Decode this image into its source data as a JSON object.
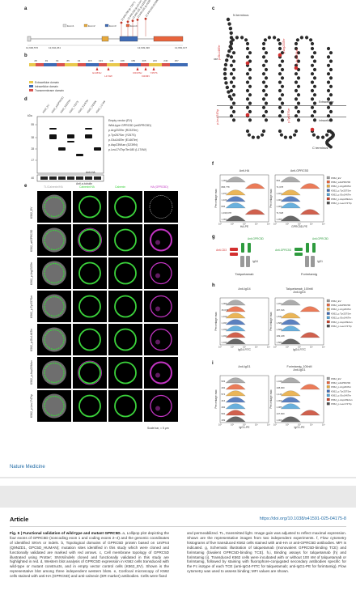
{
  "panel_a": {
    "label": "a",
    "coords_top": [
      "12,949,299 (p.Y257*)",
      "12,949,233 (p.G170*)",
      "12,949,165 (p.A253Ter)",
      "12,949,165 (p.A238Ter)",
      "12,949,093 (D239N)"
    ],
    "coords_bottom": [
      "12,900,576",
      "12,942,261",
      "12,949,490",
      "12,952,107"
    ],
    "legend": [
      "Exon1",
      "Exon2",
      "Exon3",
      "Exon4"
    ]
  },
  "panel_b": {
    "label": "b",
    "ticks": [
      "28",
      "49",
      "64",
      "85",
      "94",
      "115",
      "133",
      "145",
      "168",
      "189",
      "205",
      "226",
      "240",
      "257"
    ],
    "mutations": [
      "E146Ter",
      "L174W",
      "R233Ter",
      "D239N",
      "Y257S"
    ],
    "legend": [
      "Extracellular domain",
      "Intracellular domain",
      "Transmembrane domain"
    ]
  },
  "panel_c": {
    "label": "c",
    "n_terminus": "N terminus",
    "c_terminus": "C terminus",
    "extracellular": "Extracellular",
    "intracellular": "Intracellular",
    "num_start": "348",
    "mutations": [
      "p.Glu146Ter",
      "p.Arg233Ter",
      "p.Asp239Asn",
      "p.Leu174Trp",
      "p.Tyr257Ser"
    ]
  },
  "panel_d": {
    "label": "d",
    "kda_label": "kDa",
    "kda": [
      "55",
      "38",
      "28",
      "17",
      "40"
    ],
    "lanes": [
      "K562_EV",
      "K562_wtGPRC5D",
      "K562_R233Ter",
      "K562_Y257S",
      "K562_E146Ter",
      "K562_D239N",
      "K562_L174W"
    ],
    "legend": [
      "Empty vector (EV)",
      "Wild-type GPRC5D (wtGPRC5D)",
      "p.Arg233Ter (R233Ter)",
      "p.Tyr257Ser (Y257S)",
      "p.Glu146Ter (E146Ter)",
      "p.Asp239Asn (D239N)",
      "p.Leu174Trp/Ter180 (L174W)"
    ],
    "blot_labels": [
      "Anti-HA",
      "Anti-α-tubulin"
    ]
  },
  "panel_e": {
    "label": "e",
    "col_headers": [
      "TL/Calnexin/HA",
      "Calnexin/HA",
      "Calnexin",
      "HA (GPRC5D)"
    ],
    "rows": [
      "K562_EV",
      "K562_wtGPRC5D",
      "K562_p.Arg233Ter",
      "K562_p.Tyr257Ser",
      "K562_p.Glu146Ter",
      "K562_p.Asp239Asn",
      "K562_p.Leu174Trp"
    ],
    "scale_bar": "Scale bar, = 5 μm"
  },
  "panel_f": {
    "label": "f",
    "plots": [
      {
        "title": "Anti-HA",
        "xlabel": "HA-PE",
        "mfi": [
          "1,360",
          "896,778",
          "1,157",
          "1,106",
          "836",
          "1,196,678",
          "1,060"
        ]
      },
      {
        "title": "Anti-GPRC5D",
        "xlabel": "GPRC5D-PE",
        "mfi": [
          "962",
          "71,678",
          "1,024",
          "1,004",
          "1,006",
          "71,528",
          "1,055"
        ]
      }
    ],
    "ylabel": "Percentage max",
    "legend": [
      "K562_EV",
      "K562_wtGPRC5D",
      "K562_p.Arg233Ter",
      "K562_p.Tyr257Ser",
      "K562_p.Glu146Ter",
      "K562_p.Asp239Asn",
      "K562_p.Leu174Trp"
    ]
  },
  "panel_g": {
    "label": "g",
    "left": {
      "top": "Anti-GPRC5D",
      "left": "Anti-CD3",
      "bottom_iso": "IgG4",
      "name": "Talquetamab"
    },
    "right": {
      "top": "Anti-GPRC5D",
      "left": "Anti-GPRC5D",
      "bottom_iso": "IgG1",
      "name": "Forimtamig"
    }
  },
  "panel_h": {
    "label": "h",
    "plots": [
      {
        "title": "Anti-IgG4",
        "xlabel": "IgG4-FITC",
        "mfi": [
          "1,066",
          "15,678",
          "1,019",
          "1,037",
          "1,039",
          "1,033",
          "1,048"
        ]
      },
      {
        "title": "Talquetamab_100nM\nAnti-IgG4",
        "xlabel": "IgG4-FITC",
        "mfi": [
          "1,454",
          "187,616",
          "1,531",
          "1,589",
          "1,588",
          "199,228",
          "1,589"
        ]
      }
    ],
    "ylabel": "Percentage max",
    "legend": [
      "K562_EV",
      "K562_wtGPRC5D",
      "K562_p.Arg233Ter",
      "K562_p.Tyr257Ser",
      "K562_p.Glu146Ter",
      "K562_p.Asp239Asn",
      "K562_p.Leu174Trp"
    ]
  },
  "panel_i": {
    "label": "i",
    "plots": [
      {
        "title": "Anti-IgG1",
        "xlabel": "IgG1-PE",
        "mfi": [
          "503",
          "492",
          "574",
          "416",
          "492",
          "502",
          "499"
        ]
      },
      {
        "title": "Forimtamig_100nM\nAnti-IgG1",
        "xlabel": "IgG1-PE",
        "mfi": [
          "1,048",
          "108,900",
          "1,146",
          "1,066",
          "1,085",
          "147,600",
          "1,069"
        ]
      }
    ],
    "ylabel": "Percentage max",
    "legend": [
      "K562_EV",
      "K562_wtGPRC5D",
      "K562_p.Arg233Ter",
      "K562_p.Tyr257Ser",
      "K562_p.Glu146Ter",
      "K562_p.Asp239Asn",
      "K562_p.Leu174Trp"
    ]
  },
  "colors": {
    "series": [
      "#9e9e9e",
      "#e8643c",
      "#e7a93b",
      "#3f6bb5",
      "#4fa3d8",
      "#c8452e",
      "#4d4d4d"
    ],
    "extracellular": "#e9c94d",
    "intracellular": "#3f6bb5",
    "transmembrane": "#d9534f",
    "mutation_red": "#d32f2f",
    "green": "#3bd23b",
    "magenta": "#c234c2"
  },
  "journal": {
    "name": "Nature Medicine"
  },
  "article": {
    "label": "Article",
    "doi": "https://doi.org/10.1038/s41591-025-04175-8"
  },
  "caption_left": {
    "bold": "Fig. 5 | Functional validation of wild-type and mutant GPRC5D.",
    "text": " a, Lollipop plot depicting the four exons of GPRC5D (noncoding exon 1 and coding exons 2–4) and the genomic coordinates of identified SNVs or indels. b, Topological domains of GPRC5D protein based on UniProt (Q9NZD1, GPC5D_HUMAN); mutation sites identified in this study which were cloned and functionally validated are marked with red arrows. c, Cell membrane topology of GPRC5D illustrated using Protter; SNVs/indels cloned and functionally validated in this study are highlighted in red. d, Western blot analysis of GPRC5D expression in K562 cells transduced with wild-type or mutant constructs, and in empty vector control cells (K562_EV). Shown is the representative blot among three independent western blots. e, Confocal microscopy of K562 cells stained with anti-HA (GPRC5D) and anti-calnexin (ER marker) antibodies. Cells were fixed"
  },
  "caption_right": {
    "text": "and permeabilized. TL, transmitted light. Image gain was adjusted to reflect maximal expression. Shown are the representative images from two independent experiments. f, Flow cytometry histograms of five transduced K562 cells stained with anti-HA or anti-GPRC5D antibodies. MFI is indicated. g, Schematic illustration of talquetamab (monovalent GPRC5D-binding TCE) and forimtamig (bivalent GPRC5D-binding TCE). h,i, Binding assays for talquetamab (h) and forimtamig (i). Transduced K562 cells were incubated with or without 100 nM of talquetamab or forimtamig, followed by staining with fluorophore-conjugated secondary antibodies specific for the Fc isotype of each TCE (anti-IgG4-FITC for talquetamab; anti-IgG1-PE for forimtamig). Flow cytometry was used to assess binding; MFI values are shown."
  }
}
